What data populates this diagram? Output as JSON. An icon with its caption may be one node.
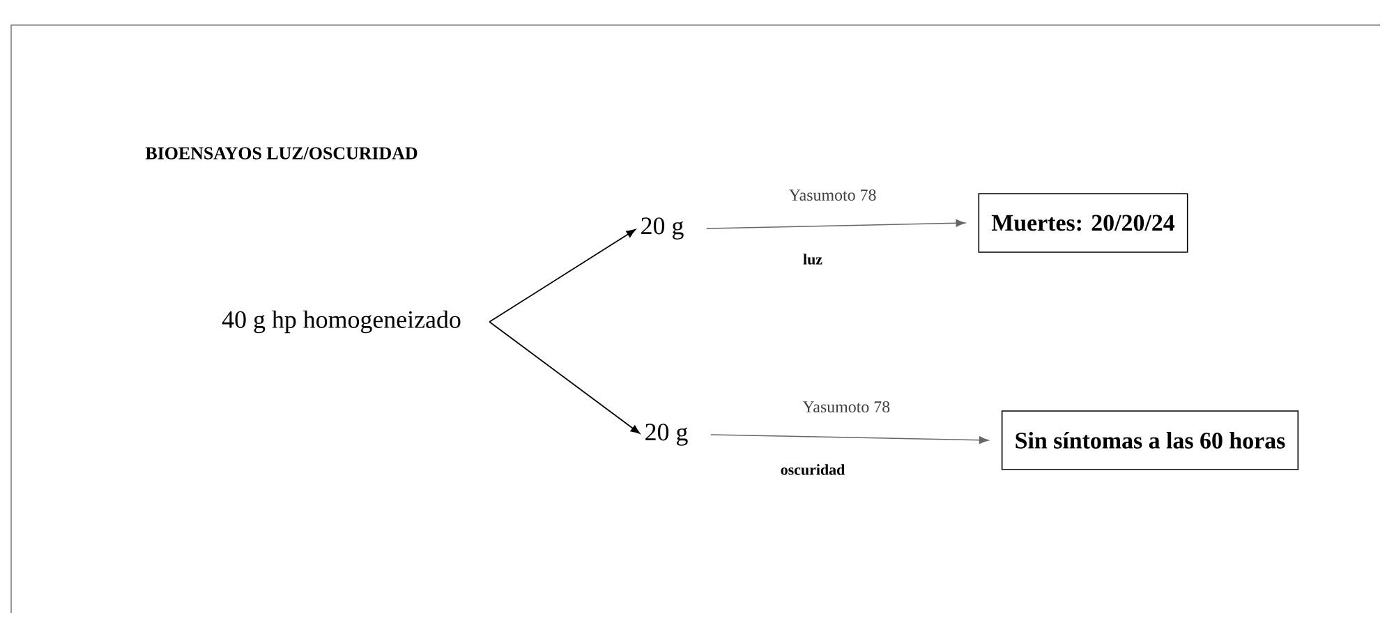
{
  "diagram": {
    "title": "BIOENSAYOS LUZ/OSCURIDAD",
    "nodes": [
      {
        "text": [
          "40 g hp homogeneizado"
        ]
      },
      {
        "text": [
          "20 g"
        ]
      },
      {
        "text": [
          "20 g"
        ]
      },
      {
        "text": [
          "Muertes: 20/20/24"
        ]
      },
      {
        "text": [
          "Sin síntomas a las 60 horas"
        ]
      }
    ],
    "edges": [
      {
        "from": 0,
        "to": 1,
        "arrow": "to"
      },
      {
        "from": 0,
        "to": 2,
        "arrow": "to"
      },
      {
        "from": 1,
        "to": 3,
        "arrow": "to",
        "label": "Yasumoto 78",
        "color": "#666666"
      },
      {
        "from": 2,
        "to": 4,
        "arrow": "to",
        "label": "Yasumoto 78",
        "color": "#666666"
      }
    ],
    "labels": [
      "luz",
      "oscuridad"
    ]
  }
}
